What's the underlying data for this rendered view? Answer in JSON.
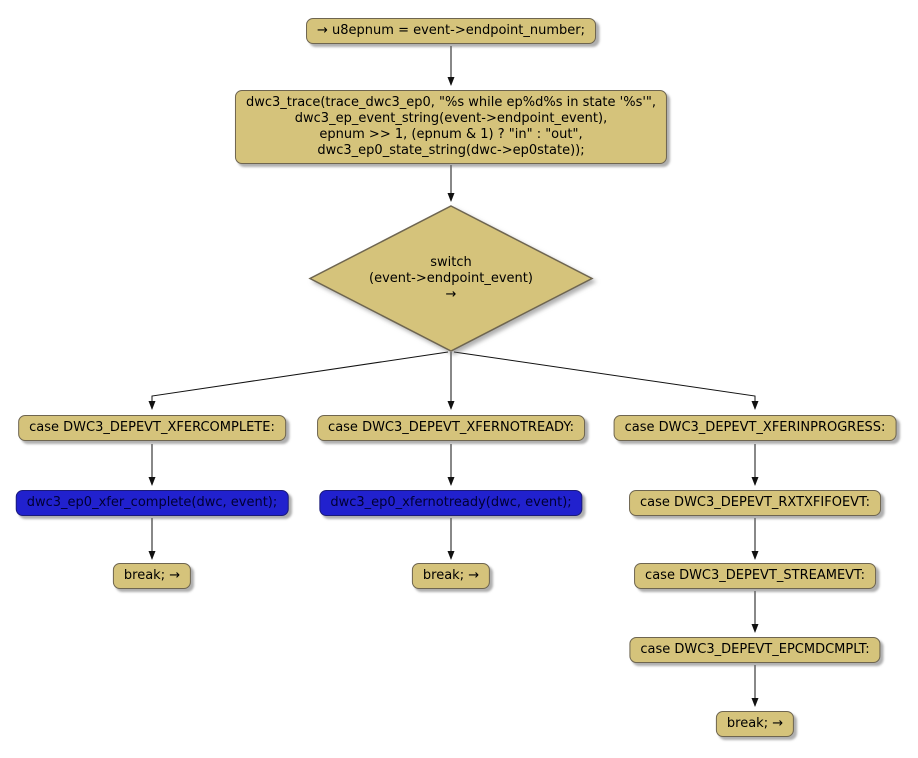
{
  "colors": {
    "node_fill": "#d5c37b",
    "node_border": "#6e6550",
    "call_fill": "#2121ce",
    "edge_color": "#111111"
  },
  "nodes": {
    "start": {
      "label": "→ u8epnum = event->endpoint_number;"
    },
    "trace": {
      "lines": [
        "dwc3_trace(trace_dwc3_ep0, \"%s while ep%d%s in state '%s'\",",
        "dwc3_ep_event_string(event->endpoint_event),",
        "epnum >> 1, (epnum & 1) ? \"in\" : \"out\",",
        "dwc3_ep0_state_string(dwc->ep0state));"
      ]
    },
    "switch": {
      "lines": [
        "switch",
        "(event->endpoint_event)",
        "→"
      ]
    },
    "case_xfercomplete": {
      "label": "case DWC3_DEPEVT_XFERCOMPLETE:"
    },
    "call_xfer_complete": {
      "label": "dwc3_ep0_xfer_complete(dwc, event);"
    },
    "break_xfercomplete": {
      "label": "break; →"
    },
    "case_xfernotready": {
      "label": "case DWC3_DEPEVT_XFERNOTREADY:"
    },
    "call_xfernotready": {
      "label": "dwc3_ep0_xfernotready(dwc, event);"
    },
    "break_xfernotready": {
      "label": "break; →"
    },
    "case_xferinprogress": {
      "label": "case DWC3_DEPEVT_XFERINPROGRESS:"
    },
    "case_rxtxfifoevt": {
      "label": "case DWC3_DEPEVT_RXTXFIFOEVT:"
    },
    "case_streamevt": {
      "label": "case DWC3_DEPEVT_STREAMEVT:"
    },
    "case_epcmdcmplt": {
      "label": "case DWC3_DEPEVT_EPCMDCMPLT:"
    },
    "break_xferinprogress": {
      "label": "break; →"
    }
  }
}
